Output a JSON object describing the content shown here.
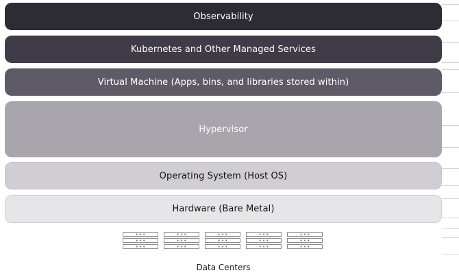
{
  "layers": {
    "observability": "Observability",
    "kubernetes": "Kubernetes and Other Managed Services",
    "virtual_machine": "Virtual Machine (Apps, bins, and libraries stored within)",
    "hypervisor": "Hypervisor",
    "operating_system": "Operating System (Host OS)",
    "hardware": "Hardware (Bare Metal)"
  },
  "footer": {
    "label": "Data Centers",
    "icon": "server-rack-icon",
    "server_count": 5
  },
  "colors": {
    "observability": "#2d2b34",
    "kubernetes": "#3f3c47",
    "virtual_machine": "#5e5b66",
    "hypervisor": "#a8a5ad",
    "operating_system": "#d0ced4",
    "hardware": "#e6e5e8"
  }
}
